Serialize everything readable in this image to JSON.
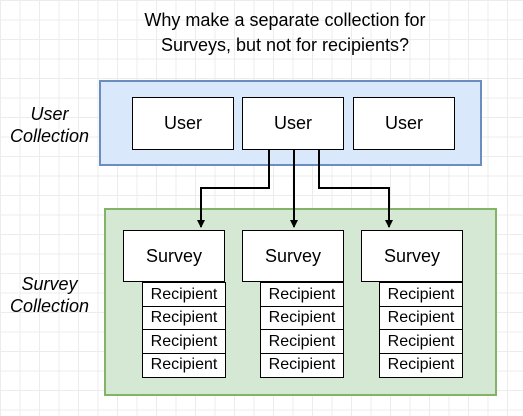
{
  "title": {
    "line1": "Why make a separate collection for",
    "line2": "Surveys, but not for recipients?"
  },
  "user_collection": {
    "label_line1": "User",
    "label_line2": "Collection",
    "users": [
      "User",
      "User",
      "User"
    ]
  },
  "survey_collection": {
    "label_line1": "Survey",
    "label_line2": "Collection",
    "surveys": [
      {
        "label": "Survey",
        "recipients": [
          "Recipient",
          "Recipient",
          "Recipient",
          "Recipient"
        ]
      },
      {
        "label": "Survey",
        "recipients": [
          "Recipient",
          "Recipient",
          "Recipient",
          "Recipient"
        ]
      },
      {
        "label": "Survey",
        "recipients": [
          "Recipient",
          "Recipient",
          "Recipient",
          "Recipient"
        ]
      }
    ]
  },
  "colors": {
    "user_collection_fill": "#dae8fc",
    "user_collection_stroke": "#6c8ebf",
    "survey_collection_fill": "#d5e8d4",
    "survey_collection_stroke": "#82b366"
  }
}
